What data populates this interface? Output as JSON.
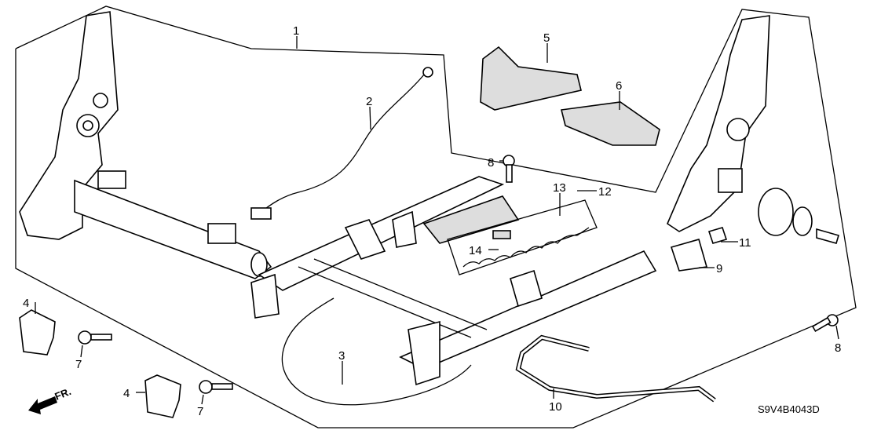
{
  "diagram": {
    "code": "S9V4B4043D",
    "front_indicator": "FR.",
    "callouts": [
      {
        "id": "c1",
        "label": "1"
      },
      {
        "id": "c2",
        "label": "2"
      },
      {
        "id": "c3",
        "label": "3"
      },
      {
        "id": "c4a",
        "label": "4"
      },
      {
        "id": "c4b",
        "label": "4"
      },
      {
        "id": "c5",
        "label": "5"
      },
      {
        "id": "c6",
        "label": "6"
      },
      {
        "id": "c7a",
        "label": "7"
      },
      {
        "id": "c7b",
        "label": "7"
      },
      {
        "id": "c8a",
        "label": "8"
      },
      {
        "id": "c8b",
        "label": "8"
      },
      {
        "id": "c9",
        "label": "9"
      },
      {
        "id": "c10",
        "label": "10"
      },
      {
        "id": "c11",
        "label": "11"
      },
      {
        "id": "c12",
        "label": "12"
      },
      {
        "id": "c13",
        "label": "13"
      },
      {
        "id": "c14",
        "label": "14"
      }
    ]
  }
}
